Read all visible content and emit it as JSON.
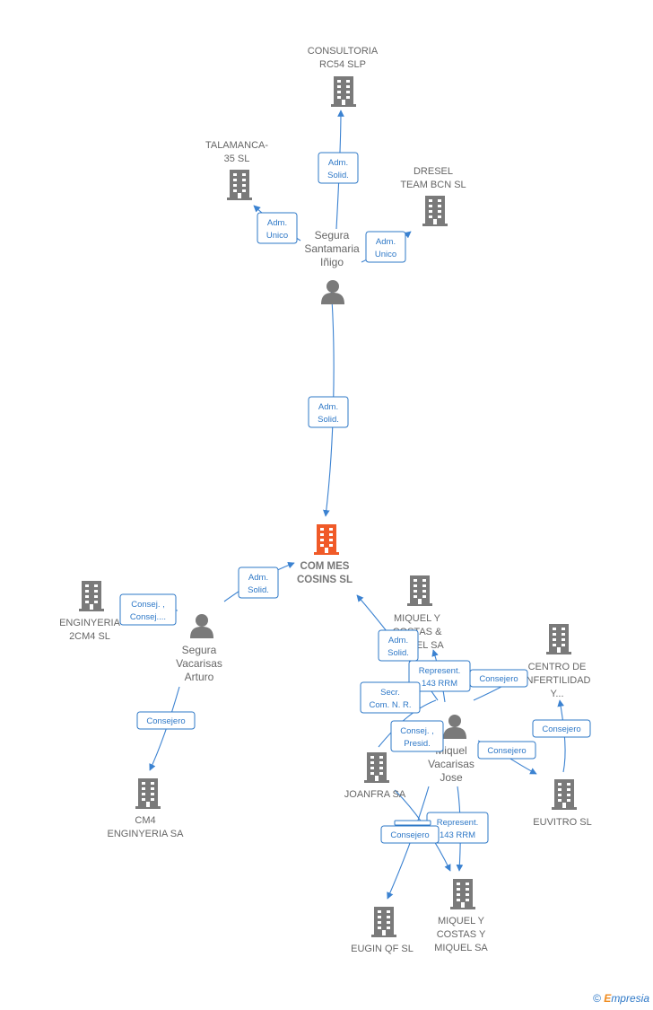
{
  "nodes": {
    "consultoria": [
      "CONSULTORIA",
      "RC54 SLP"
    ],
    "talamanca": [
      "TALAMANCA-",
      "35  SL"
    ],
    "dresel": [
      "DRESEL",
      "TEAM BCN SL"
    ],
    "segura_inigo": [
      "Segura",
      "Santamaria",
      "Iñigo"
    ],
    "commes": [
      "COM MES",
      "COSINS  SL"
    ],
    "enginyeria2cm4": [
      "ENGINYERIA",
      "2CM4 SL"
    ],
    "segura_arturo": [
      "Segura",
      "Vacarisas",
      "Arturo"
    ],
    "cm4": [
      "CM4",
      "ENGINYERIA SA"
    ],
    "miquel_top": [
      "MIQUEL Y",
      "COSTAS &",
      "MIQUEL SA"
    ],
    "centro": [
      "CENTRO DE",
      "INFERTILIDAD",
      "Y..."
    ],
    "miquel_jose": [
      "Miquel",
      "Vacarisas",
      "Jose"
    ],
    "joanfra": [
      "JOANFRA SA"
    ],
    "euvitro": [
      "EUVITRO SL"
    ],
    "eugin": [
      "EUGIN QF  SL"
    ],
    "miquel_bottom": [
      "MIQUEL Y",
      "COSTAS Y",
      "MIQUEL SA"
    ]
  },
  "roles": {
    "r1": [
      "Adm.",
      "Solid."
    ],
    "r2": [
      "Adm.",
      "Unico"
    ],
    "r3": [
      "Adm.",
      "Unico"
    ],
    "r4": [
      "Adm.",
      "Solid."
    ],
    "r5": [
      "Adm.",
      "Solid."
    ],
    "r6": [
      "Consej. ,",
      "Consej...."
    ],
    "r7": [
      "Consejero"
    ],
    "r8": [
      "Adm.",
      "Solid."
    ],
    "r9": [
      "Represent.",
      "143 RRM"
    ],
    "r10": [
      "Consejero"
    ],
    "r11": [
      "Secr.",
      "Com. N. R."
    ],
    "r12": [
      "Consej. ,",
      "Presid."
    ],
    "r13": [
      "Consejero"
    ],
    "r14": [
      "Consejero"
    ],
    "r15": [
      "Represent.",
      "143 RRM"
    ],
    "r16": [
      "Consejero"
    ]
  },
  "colors": {
    "building": "#7a7a7a",
    "building_main": "#f05a28",
    "person": "#7a7a7a",
    "edge": "#3b82d1",
    "role_text": "#2e78c7"
  },
  "footer": {
    "copyright": "©",
    "brand_first": "E",
    "brand_rest": "mpresia"
  }
}
